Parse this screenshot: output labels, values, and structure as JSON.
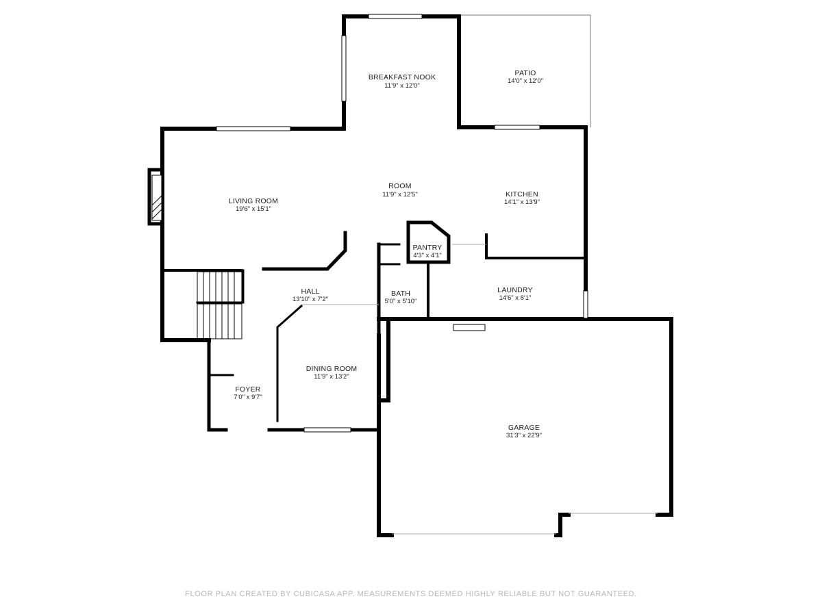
{
  "rooms": [
    {
      "name": "BREAKFAST NOOK",
      "dims": "11'9\" x 12'0\""
    },
    {
      "name": "PATIO",
      "dims": "14'0\" x 12'0\""
    },
    {
      "name": "LIVING ROOM",
      "dims": "19'6\" x 15'1\""
    },
    {
      "name": "ROOM",
      "dims": "11'9\" x 12'5\""
    },
    {
      "name": "KITCHEN",
      "dims": "14'1\" x 13'9\""
    },
    {
      "name": "PANTRY",
      "dims": "4'3\" x 4'1\""
    },
    {
      "name": "HALL",
      "dims": "13'10\" x 7'2\""
    },
    {
      "name": "BATH",
      "dims": "5'0\" x 5'10\""
    },
    {
      "name": "LAUNDRY",
      "dims": "14'6\" x 8'1\""
    },
    {
      "name": "DINING ROOM",
      "dims": "11'9\" x 13'2\""
    },
    {
      "name": "FOYER",
      "dims": "7'0\" x 9'7\""
    },
    {
      "name": "GARAGE",
      "dims": "31'3\" x 22'9\""
    }
  ],
  "footer": "FLOOR PLAN CREATED BY CUBICASA APP. MEASUREMENTS DEEMED HIGHLY RELIABLE BUT NOT GUARANTEED."
}
